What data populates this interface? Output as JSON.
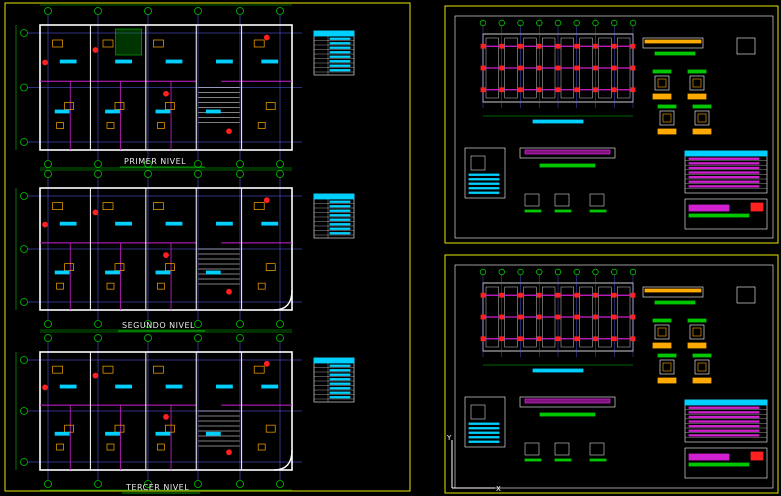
{
  "sheet_left": {
    "plans": [
      {
        "label": "PRIMER NIVEL"
      },
      {
        "label": "SEGUNDO NIVEL"
      },
      {
        "label": "TERCER NIVEL"
      }
    ]
  },
  "colors": {
    "background": "#000000",
    "sheet_frame": "#e6e600",
    "walls": "#ffffff",
    "partitions": "#d020d0",
    "axes": "#6060ff",
    "dimension": "#00c800",
    "furniture": "#ffaa00",
    "text": "#00d0ff",
    "red": "#ff2020"
  }
}
